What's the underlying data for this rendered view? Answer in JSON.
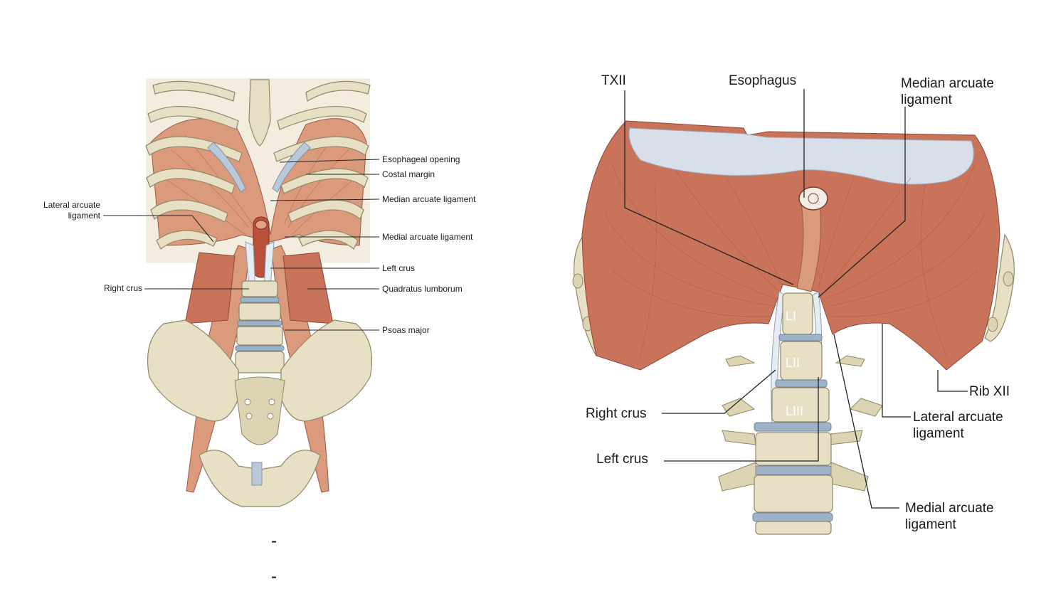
{
  "left_figure": {
    "labels": {
      "esophageal_opening": "Esophageal opening",
      "costal_margin": "Costal margin",
      "median_arcuate_ligament": "Median arcuate ligament",
      "medial_arcuate_ligament": "Medial arcuate ligament",
      "left_crus": "Left crus",
      "quadratus_lumborum": "Quadratus lumborum",
      "psoas_major": "Psoas major",
      "lateral_arcuate_line1": "Lateral arcuate",
      "lateral_arcuate_line2": "ligament",
      "right_crus": "Right crus"
    }
  },
  "right_figure": {
    "labels": {
      "txii": "TXII",
      "esophagus": "Esophagus",
      "median_arcuate_line1": "Median arcuate",
      "median_arcuate_line2": "ligament",
      "rib_xii": "Rib XII",
      "lateral_arcuate_line1": "Lateral arcuate",
      "lateral_arcuate_line2": "ligament",
      "right_crus": "Right crus",
      "left_crus": "Left crus",
      "medial_arcuate_line1": "Medial arcuate",
      "medial_arcuate_line2": "ligament"
    },
    "vertebrae": [
      "LI",
      "LII",
      "LIII"
    ]
  },
  "bullets": [
    "-",
    "-"
  ],
  "colors": {
    "muscle": "#c9735a",
    "bone": "#e8e0c4",
    "cartilage": "#b9c9d9"
  }
}
